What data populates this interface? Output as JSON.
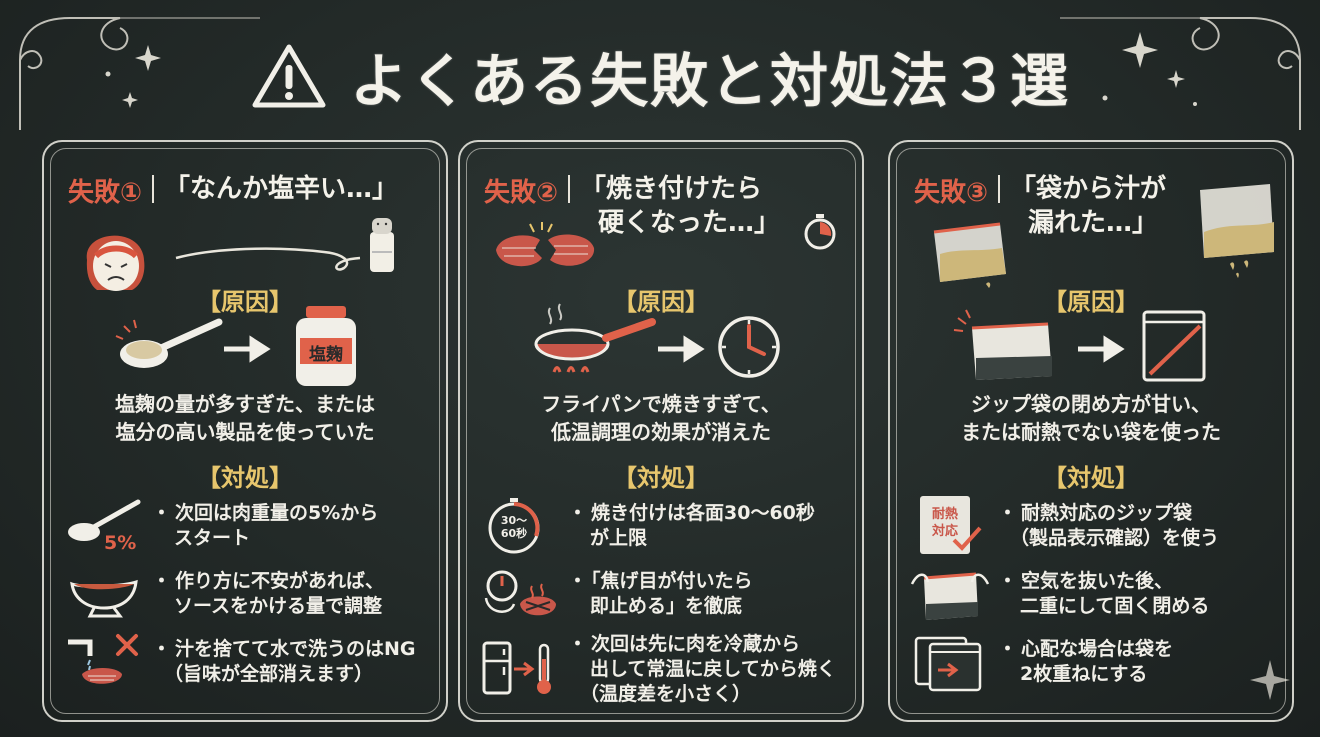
{
  "title": "よくある失敗と対処法３選",
  "section_labels": {
    "cause": "【原因】",
    "fix": "【対処】"
  },
  "icons": [
    "warning-icon",
    "sparkle-icon"
  ],
  "colors": {
    "accent_red": "#e0624a",
    "accent_yellow": "#e7c66d",
    "chalk": "#f1efe8",
    "board": "#252c2a"
  },
  "panels": [
    {
      "label": "失敗①",
      "quote": "「なんか塩辛い…」",
      "cause_line1": "塩麹の量が多すぎた、または",
      "cause_line2": "塩分の高い製品を使っていた",
      "jar_label": "塩麹",
      "fix_icon_label": "5%",
      "fixes": [
        {
          "line1": "次回は肉重量の5%から",
          "line2": "スタート"
        },
        {
          "line1": "作り方に不安があれば、",
          "line2": "ソースをかける量で調整"
        },
        {
          "line1": "汁を捨てて水で洗うのはNG",
          "line2": "（旨味が全部消えます）"
        }
      ]
    },
    {
      "label": "失敗②",
      "quote_line1": "「焼き付けたら",
      "quote_line2": "硬くなった…」",
      "cause_line1": "フライパンで焼きすぎて、",
      "cause_line2": "低温調理の効果が消えた",
      "timer_label_1": "30〜",
      "timer_label_2": "60秒",
      "fixes": [
        {
          "line1": "焼き付けは各面30〜60秒",
          "line2": "が上限"
        },
        {
          "line1": "「焦げ目が付いたら",
          "line2": "即止める」を徹底"
        },
        {
          "line1": "次回は先に肉を冷蔵から",
          "line2": "出して常温に戻してから焼く",
          "line3": "（温度差を小さく）"
        }
      ]
    },
    {
      "label": "失敗③",
      "quote_line1": "「袋から汁が",
      "quote_line2": "漏れた…」",
      "cause_line1": "ジップ袋の閉め方が甘い、",
      "cause_line2": "または耐熱でない袋を使った",
      "bag_label_1": "耐熱",
      "bag_label_2": "対応",
      "fixes": [
        {
          "line1": "耐熱対応のジップ袋",
          "line2": "（製品表示確認）を使う"
        },
        {
          "line1": "空気を抜いた後、",
          "line2": "二重にして固く閉める"
        },
        {
          "line1": "心配な場合は袋を",
          "line2": "2枚重ねにする"
        }
      ]
    }
  ]
}
